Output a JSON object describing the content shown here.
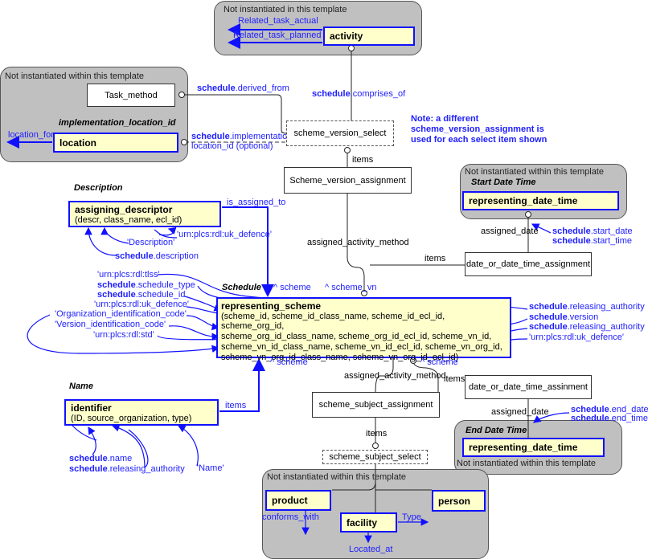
{
  "groups": {
    "activity_group": {
      "title": "Not instantiated in this template",
      "rel1": "Related_task_actual",
      "rel2": "Related_task_planned",
      "entity": "activity"
    },
    "location_group": {
      "title": "Not instantiated within this template",
      "task": "Task_method",
      "label": "implementation_location_id",
      "entity": "location",
      "rel": "location_for"
    },
    "start_group": {
      "title": "Not instantiated within this template",
      "label": "Start Date Time",
      "entity": "representing_date_time"
    },
    "end_group": {
      "title": "Not instantiated within this template",
      "label": "End Date Time",
      "entity": "representing_date_time"
    },
    "bottom_group": {
      "title": "Not instantiated within this template",
      "product": "product",
      "person": "person",
      "facility": "facility",
      "conforms": "conforms_with",
      "type": "Type",
      "located": "Located_at"
    }
  },
  "entities": {
    "scheme_version_select": "scheme_version_select",
    "scheme_version_assignment": "Scheme_version_assignment",
    "date_assignment_1": "date_or_date_time_assignment",
    "date_assignment_2": "date_or_date_time_assinment",
    "scheme_subject_assignment": "scheme_subject_assignment",
    "scheme_subject_select": "scheme_subject_select"
  },
  "note": [
    "Note: a different",
    "scheme_version_assignment is",
    "used for each select item shown"
  ],
  "descriptor": {
    "label": "Description",
    "name": "assigning_descriptor",
    "attrs": "(descr, class_name, ecl_id)",
    "rel": "is_assigned_to",
    "v1": "'urn:plcs:rdl:uk_defence'",
    "v2": "'Description'",
    "v3b": "schedule",
    ".v3": ".description"
  },
  "identifier": {
    "label": "Name",
    "name": "identifier",
    "attrs": "(ID, source_organization, type)",
    "items": "items",
    "v1b": "schedule",
    "v1": ".name",
    "v2b": "schedule",
    "v2": ".releasing_authority",
    "v3": "'Name'"
  },
  "scheme": {
    "label": "Schedule",
    "name": "representing_scheme",
    "lines": [
      "(scheme_id, scheme_id_class_name, scheme_id_ecl_id, scheme_org_id,",
      "scheme_org_id_class_name, scheme_org_id_ecl_id, scheme_vn_id,",
      "scheme_vn_id_class_name, scheme_vn_id_ecl_id, scheme_vn_org_id,",
      "scheme_vn_org_id_class_name, scheme_vn_org_id_ecl_id)"
    ]
  },
  "rel_labels": {
    "derived_b": "schedule",
    "derived": ".derived_from",
    "comprises_b": "schedule",
    "comprises": ".comprises_of",
    "impl_b": "schedule",
    "impl": ".implementation_",
    "impl2": "location_id (optional)",
    "items1": "items",
    "aam1": "assigned_activity_method",
    "items2": "items",
    "assigned_date1": "assigned_date",
    "start_date_b": "schedule",
    "start_date": ".start_date",
    "start_time_b": "schedule",
    "start_time": ".start_time",
    "scheme_top": "^ scheme",
    "scheme_vn": "^ scheme_vn",
    "scheme_bottom1": "^ scheme",
    "scheme_bottom2": "^ scheme",
    "aam2": "assigned_activity_method",
    "items3": "items",
    "assigned_date2": "assigned_date",
    "end_date_b": "schedule",
    "end_date": ".end_date",
    "end_time_b": "schedule",
    "end_time": ".end_time",
    "items4": "items"
  },
  "left_values": [
    "'urn:plcs:rdl:tlss'",
    {
      "b": "schedule",
      "t": ".schedule_type"
    },
    {
      "b": "schedule",
      "t": ".schedule_id"
    },
    "'urn:plcs:rdl:uk_defence'",
    "'Organization_identification_code'",
    "'Version_identification_code'",
    "'urn:plcs:rdl:std'"
  ],
  "right_values": [
    {
      "b": "schedule",
      "t": ".releasing_authority"
    },
    {
      "b": "schedule",
      "t": ".version"
    },
    {
      "b": "schedule",
      "t": ".releasing_authority"
    },
    "'urn:plcs:rdl:uk_defence'"
  ]
}
